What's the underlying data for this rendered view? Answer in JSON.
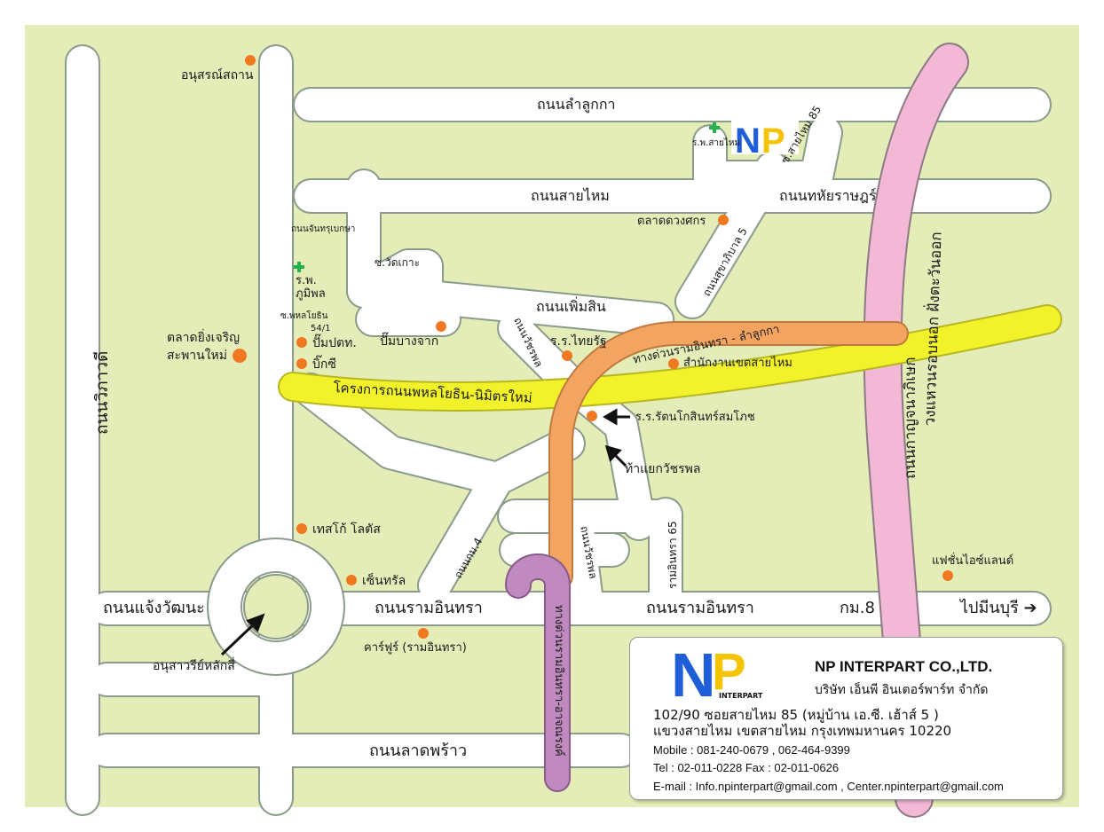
{
  "roads": {
    "vibhavadi": "ถนนวิภาวดี",
    "lam_luk_ka": "ถนนลำลูกกา",
    "sai_mai": "ถนนสายไหม",
    "thahan_rat": "ถนนทหัยราษฎร์",
    "soi_sai_mai_85": "ซ.สายไหม 85",
    "sukhaphiban_5": "ถนนสุขาภิบาล 5",
    "chan_thurakasem": "ถนนจันทรุเบกษา",
    "soi_wat_ko": "ซ.วัดเกาะ",
    "phum_sin": "ถนนเพิ่มสิน",
    "phahon_54_1_a": "ซ.พหลโยธิน",
    "phahon_54_1_b": "54/1",
    "watcharapol_1": "ถนนวัชรพล",
    "watcharapol_2": "ถนนวัชรพล",
    "kor_mor_4": "ถนนกม.4",
    "ram_intra_65": "รามอินทรา 65",
    "chaeng_watthana": "ถนนแจ้งวัฒนะ",
    "ram_intra_1": "ถนนรามอินทรา",
    "ram_intra_2": "ถนนรามอินทรา",
    "km8": "กม.8",
    "min_buri": "ไปมีนบุรี ➔",
    "lat_phrao": "ถนนลาดพร้าว",
    "outer_ring": "ถนนกาญจนาภิเษก",
    "outer_ring_2": "วงแหวนรอบนอก ฝั่งตะวันออก",
    "yellow_project": "โครงการถนนพหลโยธิน-นิมิตรใหม่",
    "expressway_orange": "ทางด่วนรามอินทรา - ลำลูกกา",
    "expressway_purple": "ทางด่วนรามอินทรา-อาจณรงค์"
  },
  "pois": {
    "monument": "อนุสรณ์สถาน",
    "sai_mai_hospital": "ร.พ.สายไหม",
    "talad_duangsakon": "ตลาดดวงศกร",
    "bhumibol_hospital_1": "ร.พ.",
    "bhumibol_hospital_2": "ภูมิพล",
    "yingcharoen_1": "ตลาดยิ่งเจริญ",
    "yingcharoen_2": "สะพานใหม่",
    "ptt": "ปั๊มปตท.",
    "big_c": "บิ๊กซี",
    "bang_chak": "ปั๊มบางจาก",
    "thai_rat_school": "ร.ร.ไทยรัฐ",
    "sai_mai_district": "สำนักงานเขตสายไหม",
    "ratana_school": "ร.ร.รัตนโกสินทร์สมโภช",
    "watcharapol_junction": "ท้าแยกวัชรพล",
    "tesco": "เทสโก้ โลตัส",
    "central": "เซ็นทรัล",
    "fashion_island": "แฟชั่นไอซ์แลนด์",
    "carrefour": "คาร์ฟูร์ (รามอินทรา)",
    "lak_si_monument": "อนุสาวรีย์หลักสี่"
  },
  "company": {
    "logo_letters": "NP",
    "logo_sub": "INTERPART",
    "name_en": "NP INTERPART CO.,LTD.",
    "name_th": "บริษัท เอ็นพี อินเตอร์พาร์ท จำกัด",
    "address_1": "102/90 ซอยสายไหม 85 (หมู่บ้าน เอ.ซี. เฮ้าส์ 5 )",
    "address_2": "แขวงสายไหม เขตสายไหม กรุงเทพมหานคร 10220",
    "mobile": "Mobile : 081-240-0679 , 062-464-9399",
    "tel_fax": "Tel : 02-011-0228 Fax : 02-011-0626",
    "email": "E-mail : Info.npinterpart@gmail.com , Center.npinterpart@gmail.com"
  },
  "colors": {
    "background": "#e4edb8",
    "road": "#ffffff",
    "road_edge": "#8c9a8c",
    "yellow_road": "#f2f22a",
    "orange_expressway": "#f2a460",
    "purple_expressway": "#c08ac0",
    "pink_ring": "#f2b8d6",
    "poi_dot": "#f07820",
    "hospital_cross": "#22b14c",
    "logo_blue": "#1e5fd8",
    "logo_yellow": "#f5c400"
  },
  "icons": [
    "hospital-cross-icon",
    "poi-dot-icon",
    "pointer-arrow-icon",
    "right-arrow-icon"
  ]
}
